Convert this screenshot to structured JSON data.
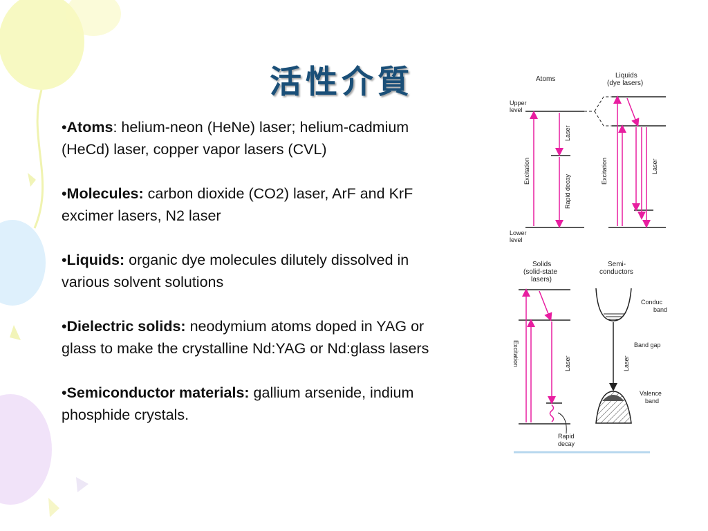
{
  "slide": {
    "title": "活性介質",
    "bullets": [
      {
        "marker": "•",
        "label": "Atoms",
        "sep": ":",
        "text": " helium-neon (HeNe) laser; helium-cadmium (HeCd) laser, copper vapor lasers (CVL)"
      },
      {
        "marker": "•",
        "label": "Molecules:",
        "sep": "",
        "text": " carbon dioxide (CO2) laser, ArF and KrF excimer lasers, N2 laser"
      },
      {
        "marker": "•",
        "label": "Liquids:",
        "sep": "",
        "text": " organic dye molecules dilutely dissolved in various solvent solutions"
      },
      {
        "marker": "•",
        "label": "Dielectric solids:",
        "sep": "",
        "text": " neodymium atoms doped in YAG or glass to make the crystalline Nd:YAG or Nd:glass lasers"
      },
      {
        "marker": "•",
        "label": "Semiconductor materials:",
        "sep": "",
        "text": " gallium arsenide, indium phosphide crystals."
      }
    ]
  },
  "figure": {
    "atoms": {
      "title": "Atoms",
      "upper_1": "Upper",
      "upper_2": "level",
      "lower_1": "Lower",
      "lower_2": "level",
      "excitation": "Excitation",
      "laser": "Laser",
      "rapid_decay": "Rapid decay"
    },
    "liquids": {
      "title_1": "Liquids",
      "title_2": "(dye lasers)",
      "excitation": "Excitation",
      "laser": "Laser"
    },
    "solids": {
      "title_1": "Solids",
      "title_2": "(solid-state",
      "title_3": "lasers)",
      "excitation": "Excitation",
      "laser": "Laser",
      "rapid_1": "Rapid",
      "rapid_2": "decay"
    },
    "semiconductors": {
      "title_1": "Semi-",
      "title_2": "conductors",
      "conduction_1": "Conduc",
      "conduction_2": "band",
      "band_gap": "Band gap",
      "laser": "Laser",
      "valence_1": "Valence",
      "valence_2": "band"
    },
    "colors": {
      "arrow": "#e81ea0",
      "line": "#222222"
    }
  },
  "theme": {
    "title_color": "#1a4f78"
  }
}
